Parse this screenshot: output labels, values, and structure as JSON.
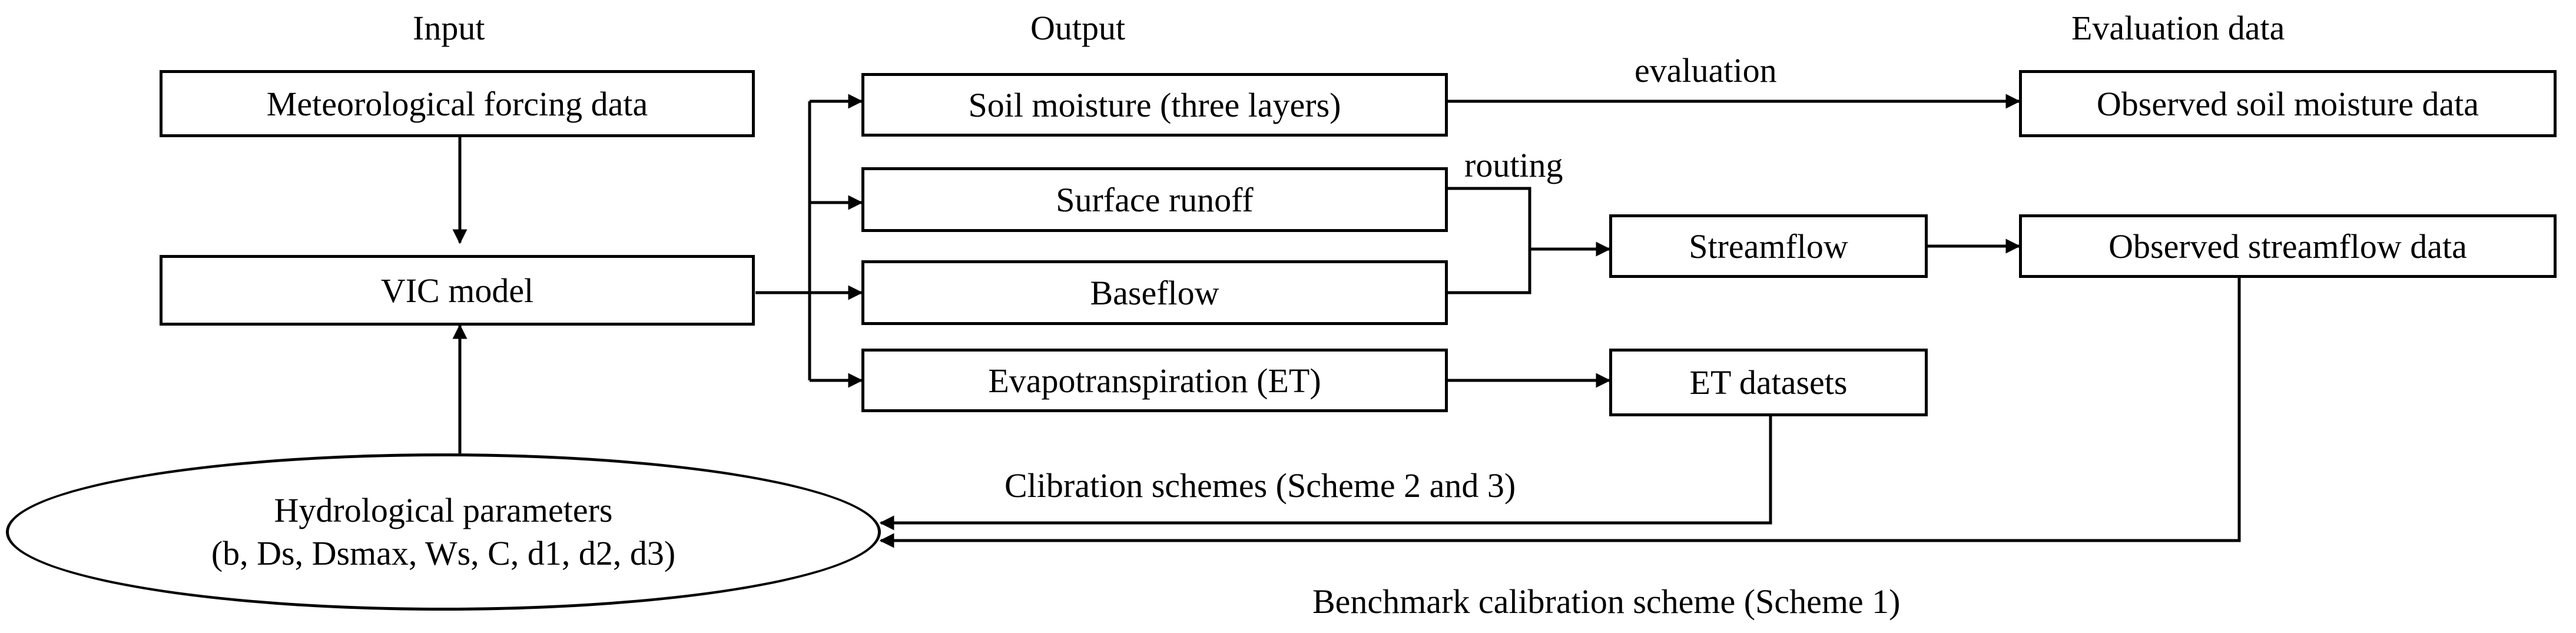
{
  "headers": {
    "input": "Input",
    "output": "Output",
    "evaluation_data": "Evaluation data"
  },
  "boxes": {
    "met_forcing": "Meteorological forcing data",
    "vic_model": "VIC model",
    "soil_moisture": "Soil moisture (three layers)",
    "surface_runoff": "Surface runoff",
    "baseflow": "Baseflow",
    "et": "Evapotranspiration (ET)",
    "streamflow": "Streamflow",
    "et_datasets": "ET datasets",
    "obs_soil_moisture": "Observed soil moisture data",
    "obs_streamflow": "Observed streamflow data"
  },
  "hydro_params": {
    "line1": "Hydrological parameters",
    "line2": "(b, Ds, Dsmax, Ws, C, d1, d2, d3)"
  },
  "edge_labels": {
    "evaluation": "evaluation",
    "routing": "routing",
    "calibration_schemes": "Clibration schemes (Scheme 2 and 3)",
    "benchmark_scheme": "Benchmark calibration scheme (Scheme 1)"
  },
  "colors": {
    "stroke": "#000000",
    "background": "#ffffff"
  }
}
